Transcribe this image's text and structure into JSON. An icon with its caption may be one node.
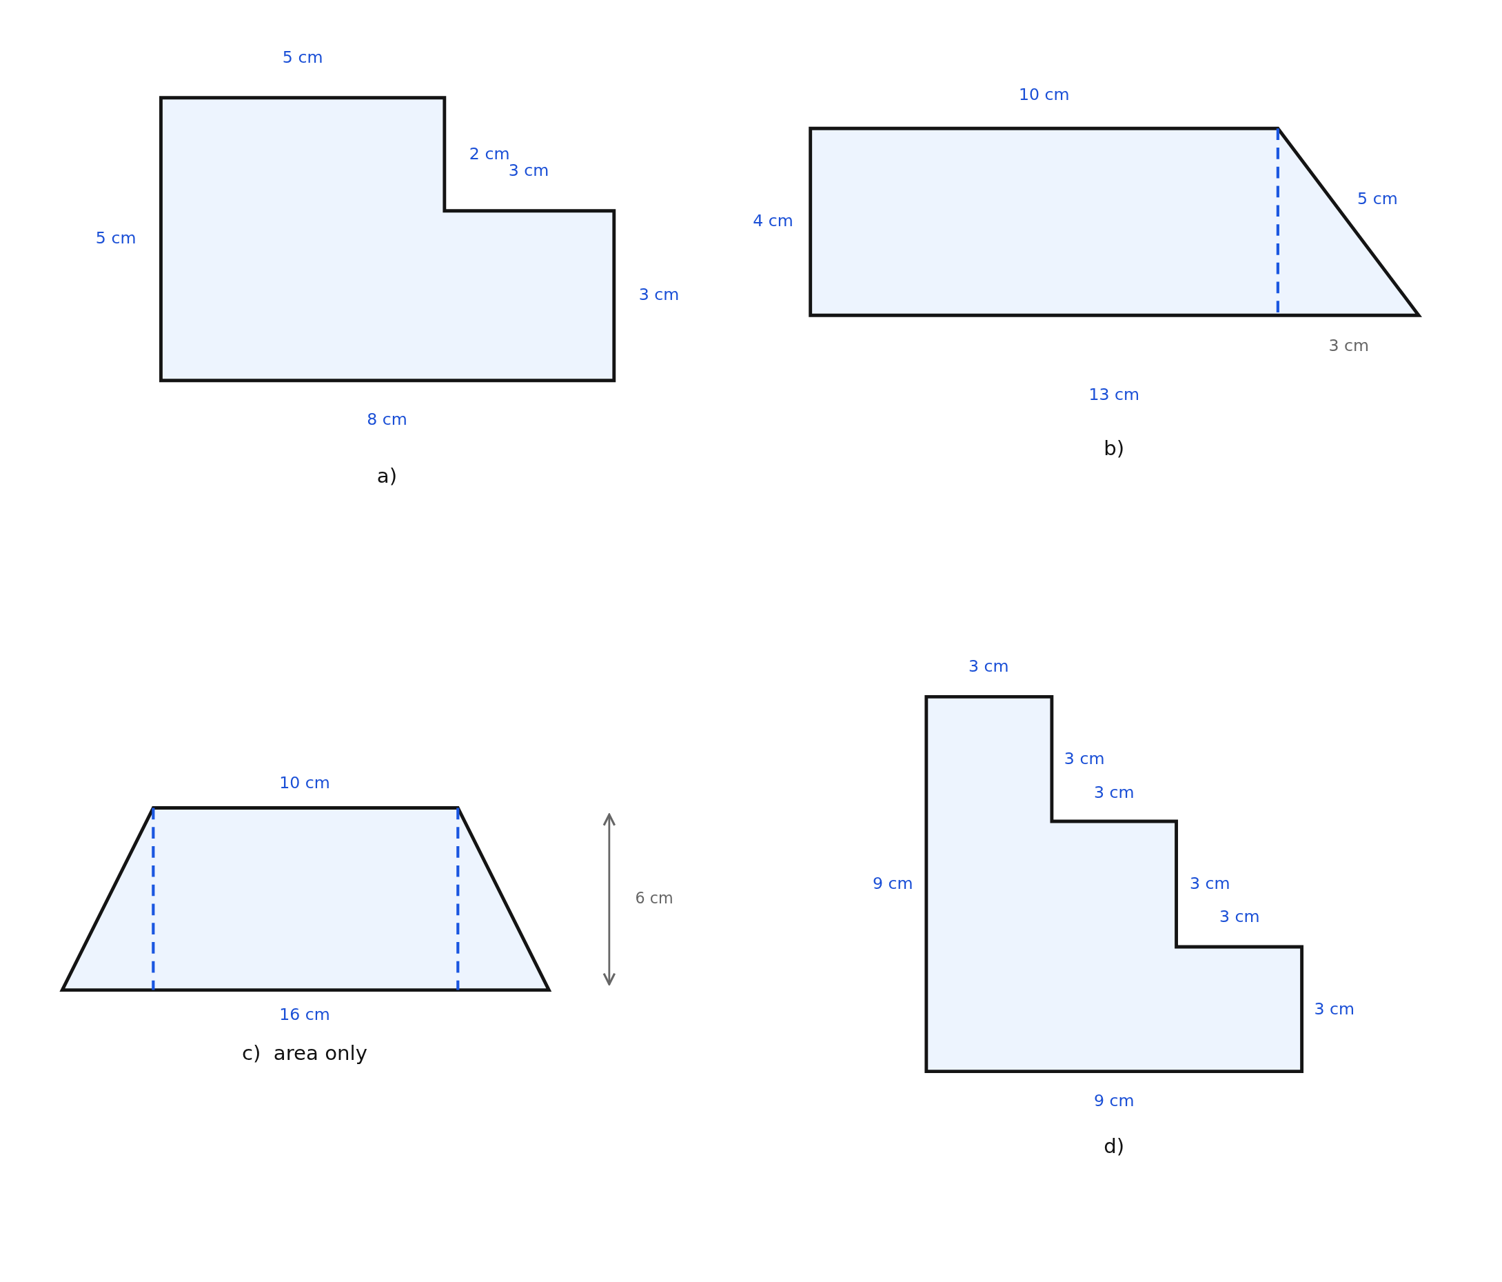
{
  "diagram": {
    "labels": [
      "5 cm",
      "2 cm",
      "3 cm",
      "5 cm",
      "3 cm",
      "8 cm",
      "a)",
      "10 cm",
      "5 cm",
      "4 cm",
      "3 cm",
      "13 cm",
      "b)",
      "10 cm",
      "6 cm",
      "16 cm",
      "c)  area only",
      "3 cm",
      "3 cm",
      "3 cm",
      "9 cm",
      "3 cm",
      "3 cm",
      "3 cm",
      "9 cm",
      "d)"
    ]
  }
}
